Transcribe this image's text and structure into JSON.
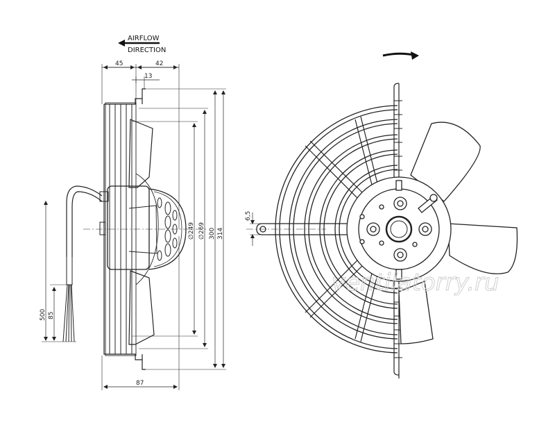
{
  "airflow": {
    "line1": "AIRFLOW",
    "line2": "DIRECTION"
  },
  "dimensions": {
    "d45": "45",
    "d42": "42",
    "d13": "13",
    "d249": "∅249",
    "d269": "∅269",
    "d300": "300",
    "d314": "314",
    "d87": "87",
    "d500": "500",
    "d85": "85",
    "d65": "6,5"
  },
  "watermark": "ventilatorry.ru"
}
